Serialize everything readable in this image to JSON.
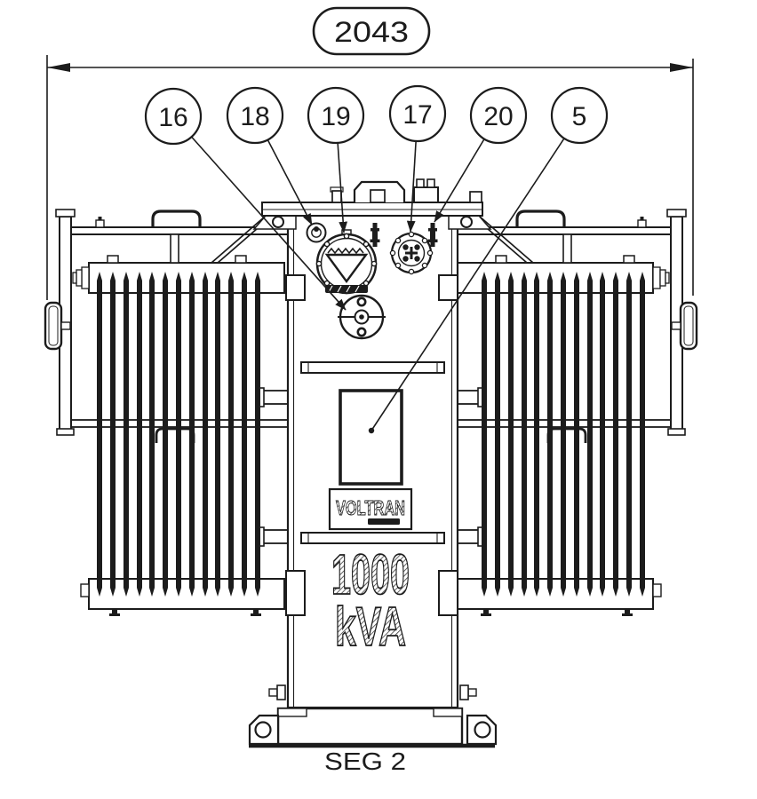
{
  "colors": {
    "ink": "#1c1c1c",
    "paper": "#ffffff"
  },
  "dimension": {
    "value": "2043"
  },
  "callouts": [
    {
      "label": "16"
    },
    {
      "label": "18"
    },
    {
      "label": "19"
    },
    {
      "label": "17"
    },
    {
      "label": "20"
    },
    {
      "label": "5"
    }
  ],
  "tank": {
    "brand": "VOLTRAN",
    "rating_line1": "1000",
    "rating_line2": "kVA"
  },
  "footer": {
    "label": "SEG 2"
  }
}
